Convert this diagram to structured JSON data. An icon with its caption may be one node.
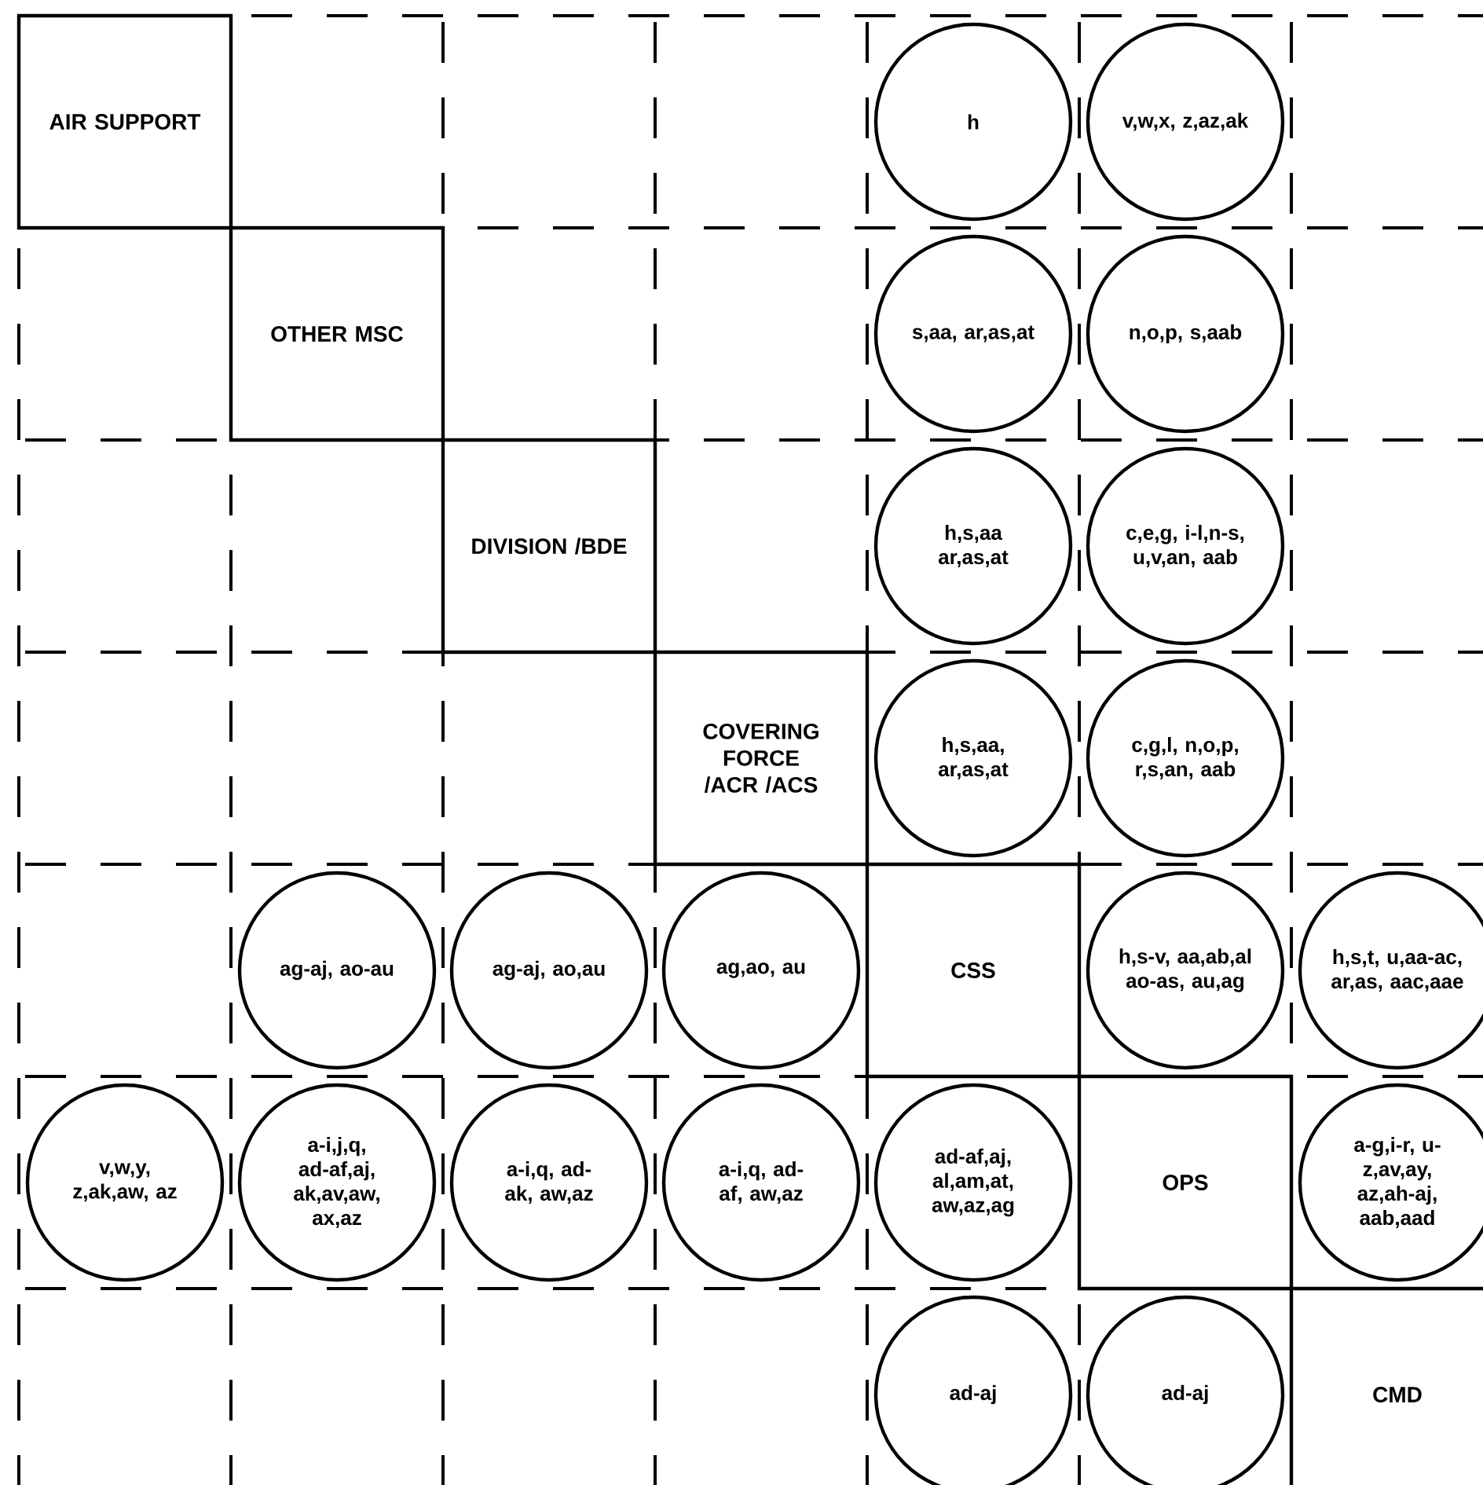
{
  "diagram": {
    "nodes": [
      {
        "text": [
          "AIR SUPPORT"
        ]
      },
      {
        "text": [
          "h"
        ]
      },
      {
        "text": [
          "v,w,x, z,az,ak"
        ]
      },
      {
        "text": [
          "OTHER MSC"
        ]
      },
      {
        "text": [
          "s,aa, ar,as,at"
        ]
      },
      {
        "text": [
          "n,o,p, s,aab"
        ]
      },
      {
        "text": [
          "DIVISION /BDE"
        ]
      },
      {
        "text": [
          "h,s,aa ar,as,at"
        ]
      },
      {
        "text": [
          "c,e,g, i-l,n-s, u,v,an, aab"
        ]
      },
      {
        "text": [
          "COVERING FORCE /ACR /ACS"
        ]
      },
      {
        "text": [
          "h,s,aa, ar,as,at"
        ]
      },
      {
        "text": [
          "c,g,l, n,o,p, r,s,an, aab"
        ]
      },
      {
        "text": [
          "ag-aj, ao-au"
        ]
      },
      {
        "text": [
          "ag-aj, ao,au"
        ]
      },
      {
        "text": [
          "ag,ao, au"
        ]
      },
      {
        "text": [
          "CSS"
        ]
      },
      {
        "text": [
          "h,s-v, aa,ab,al ao-as, au,ag"
        ]
      },
      {
        "text": [
          "h,s,t, u,aa-ac, ar,as, aac,aae"
        ]
      },
      {
        "text": [
          "v,w,y, z,ak,aw, az"
        ]
      },
      {
        "text": [
          "a-i,j,q, ad-af,aj, ak,av,aw, ax,az"
        ]
      },
      {
        "text": [
          "a-i,q, ad-ak, aw,az"
        ]
      },
      {
        "text": [
          "a-i,q, ad-af, aw,az"
        ]
      },
      {
        "text": [
          "ad-af,aj, al,am,at, aw,az,ag"
        ]
      },
      {
        "text": [
          "OPS"
        ]
      },
      {
        "text": [
          "a-g,i-r, u-z,av,ay, az,ah-aj, aab,aad"
        ]
      },
      {
        "text": [
          "ad-aj"
        ]
      },
      {
        "text": [
          "ad-aj"
        ]
      },
      {
        "text": [
          "CMD"
        ]
      }
    ]
  }
}
